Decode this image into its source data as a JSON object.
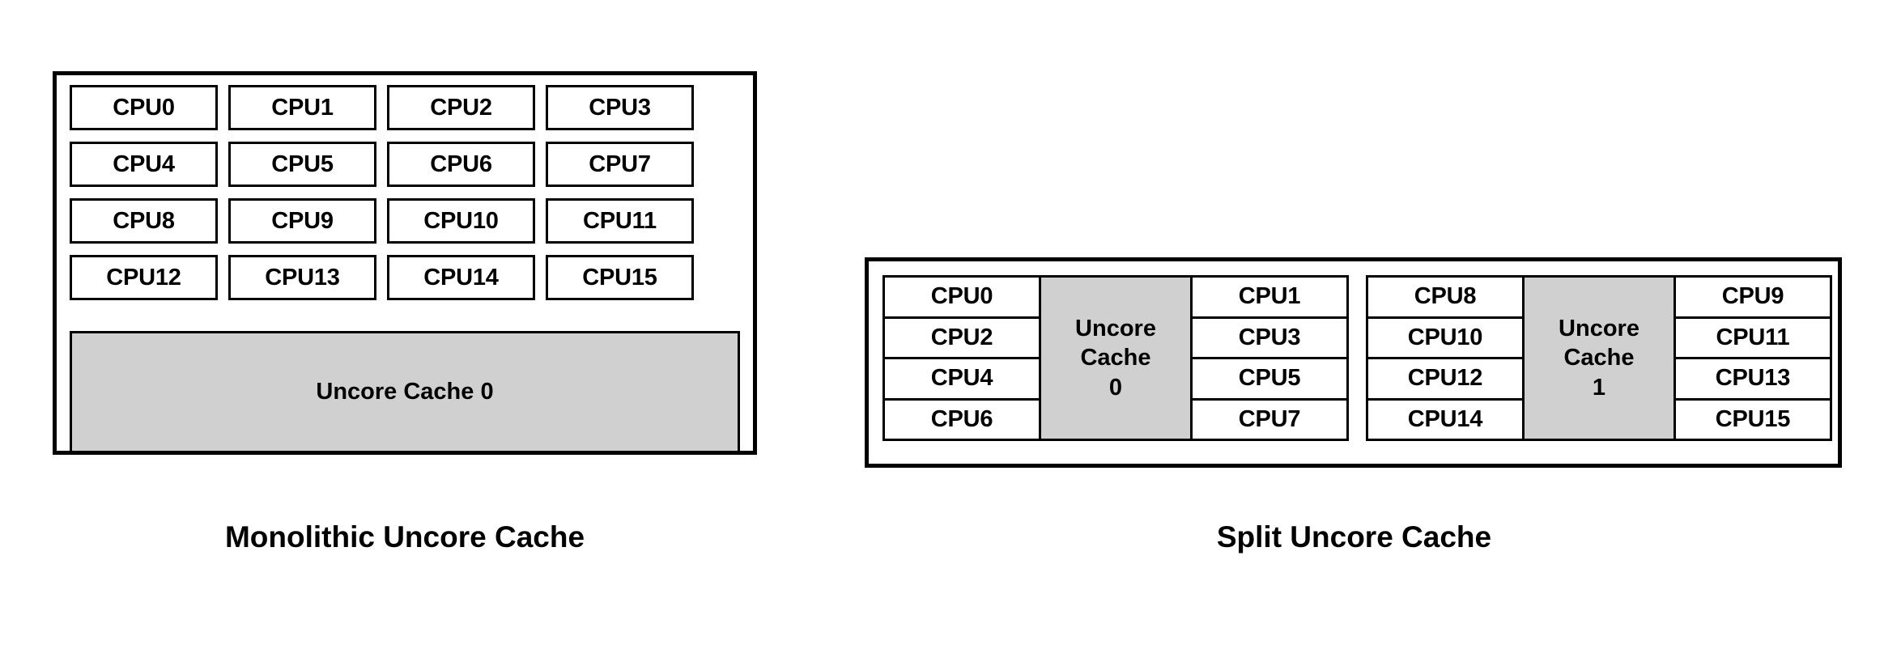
{
  "figures": {
    "monolithic": {
      "caption": "Monolithic Uncore Cache",
      "cpu_rows": [
        [
          "CPU0",
          "CPU1",
          "CPU2",
          "CPU3"
        ],
        [
          "CPU4",
          "CPU5",
          "CPU6",
          "CPU7"
        ],
        [
          "CPU8",
          "CPU9",
          "CPU10",
          "CPU11"
        ],
        [
          "CPU12",
          "CPU13",
          "CPU14",
          "CPU15"
        ]
      ],
      "cache_label": "Uncore Cache 0"
    },
    "split": {
      "caption": "Split Uncore Cache",
      "clusters": [
        {
          "left_cpus": [
            "CPU0",
            "CPU2",
            "CPU4",
            "CPU6"
          ],
          "cache_line1": "Uncore",
          "cache_line2": "Cache",
          "cache_line3": "0",
          "right_cpus": [
            "CPU1",
            "CPU3",
            "CPU5",
            "CPU7"
          ]
        },
        {
          "left_cpus": [
            "CPU8",
            "CPU10",
            "CPU12",
            "CPU14"
          ],
          "cache_line1": "Uncore",
          "cache_line2": "Cache",
          "cache_line3": "1",
          "right_cpus": [
            "CPU9",
            "CPU11",
            "CPU13",
            "CPU15"
          ]
        }
      ]
    }
  },
  "colors": {
    "cache_fill": "#d0d0d0",
    "cpu_fill": "#ffffff",
    "border": "#000000",
    "background": "#ffffff",
    "text": "#000000"
  }
}
